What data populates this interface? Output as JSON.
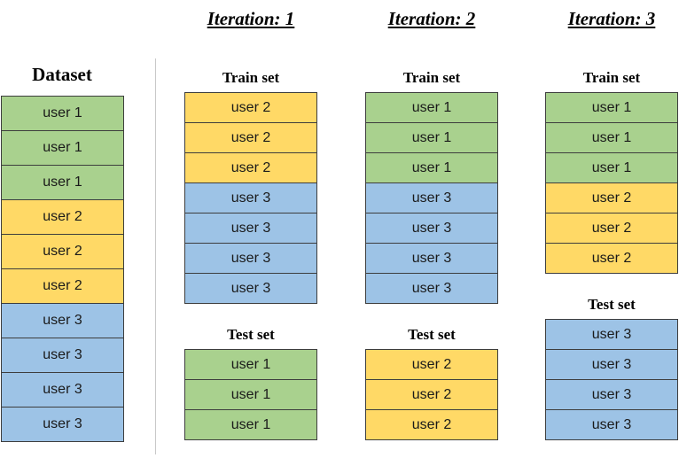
{
  "colors": {
    "user 1": "#a9d18e",
    "user 2": "#ffd966",
    "user 3": "#9dc3e6"
  },
  "dataset": {
    "title": "Dataset",
    "rows": [
      "user 1",
      "user 1",
      "user 1",
      "user 2",
      "user 2",
      "user 2",
      "user 3",
      "user 3",
      "user 3",
      "user 3"
    ]
  },
  "iterations": [
    {
      "title": "Iteration: 1",
      "train": {
        "title": "Train set",
        "rows": [
          "user 2",
          "user 2",
          "user 2",
          "user 3",
          "user 3",
          "user 3",
          "user 3"
        ]
      },
      "test": {
        "title": "Test set",
        "rows": [
          "user 1",
          "user 1",
          "user 1"
        ]
      }
    },
    {
      "title": "Iteration: 2",
      "train": {
        "title": "Train set",
        "rows": [
          "user 1",
          "user 1",
          "user 1",
          "user 3",
          "user 3",
          "user 3",
          "user 3"
        ]
      },
      "test": {
        "title": "Test set",
        "rows": [
          "user 2",
          "user 2",
          "user 2"
        ]
      }
    },
    {
      "title": "Iteration: 3",
      "train": {
        "title": "Train set",
        "rows": [
          "user 1",
          "user 1",
          "user 1",
          "user 2",
          "user 2",
          "user 2"
        ]
      },
      "test": {
        "title": "Test set",
        "rows": [
          "user 3",
          "user 3",
          "user 3",
          "user 3"
        ]
      }
    }
  ]
}
